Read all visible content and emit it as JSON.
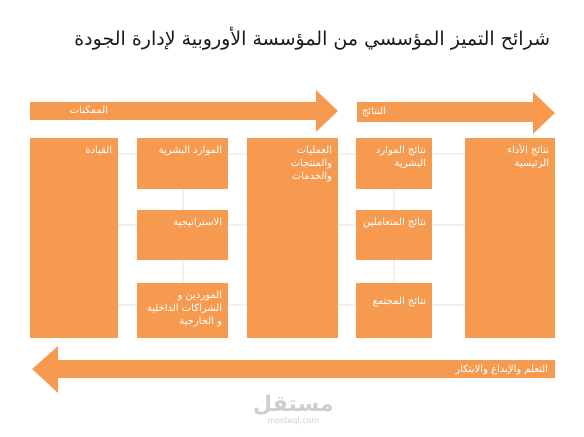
{
  "title": "شرائح التميز المؤسسي من المؤسسة الأوروبية لإدارة الجودة",
  "arrows": {
    "enablers": "الممكنات",
    "results": "النتائج",
    "learning": "التعلم والإبداع والابتكار"
  },
  "boxes": {
    "leadership": "القيادة",
    "people": "الموارد البشرية",
    "strategy": "الاستراتيجية",
    "partnerships": "الموردين و الشراكات الداخلية و الخارجية",
    "processes": "العمليات والمنتجات والخدمات",
    "people_results": "نتائج الموارد البشرية",
    "customer_results": "نتائج المتعاملين",
    "society_results": "نتائج المجتمع",
    "key_results": "نتائج الأداء الرئيسية"
  },
  "colors": {
    "orange": "#f59a4f",
    "connector": "#e3e3e3"
  },
  "watermark": {
    "logo": "مستقل",
    "url": "mostaql.com"
  }
}
